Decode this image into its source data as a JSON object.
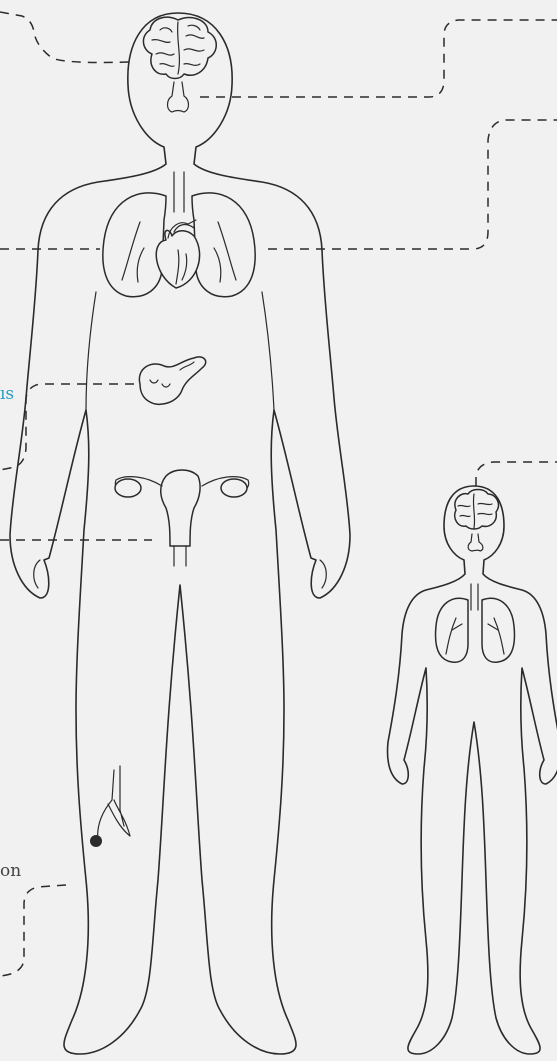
{
  "labels": {
    "pancreas_fragment": "ıs",
    "injection_fragment": "on"
  },
  "colors": {
    "background": "#f1f1f2",
    "outline": "#2b2b2b",
    "accent_label": "#2a9bc4",
    "plain_label": "#444444"
  },
  "figures": [
    {
      "name": "adult",
      "organs": [
        "brain",
        "nose",
        "lungs",
        "heart",
        "pancreas",
        "uterus",
        "injection-site"
      ]
    },
    {
      "name": "child",
      "organs": [
        "brain",
        "nose",
        "lungs"
      ]
    }
  ]
}
